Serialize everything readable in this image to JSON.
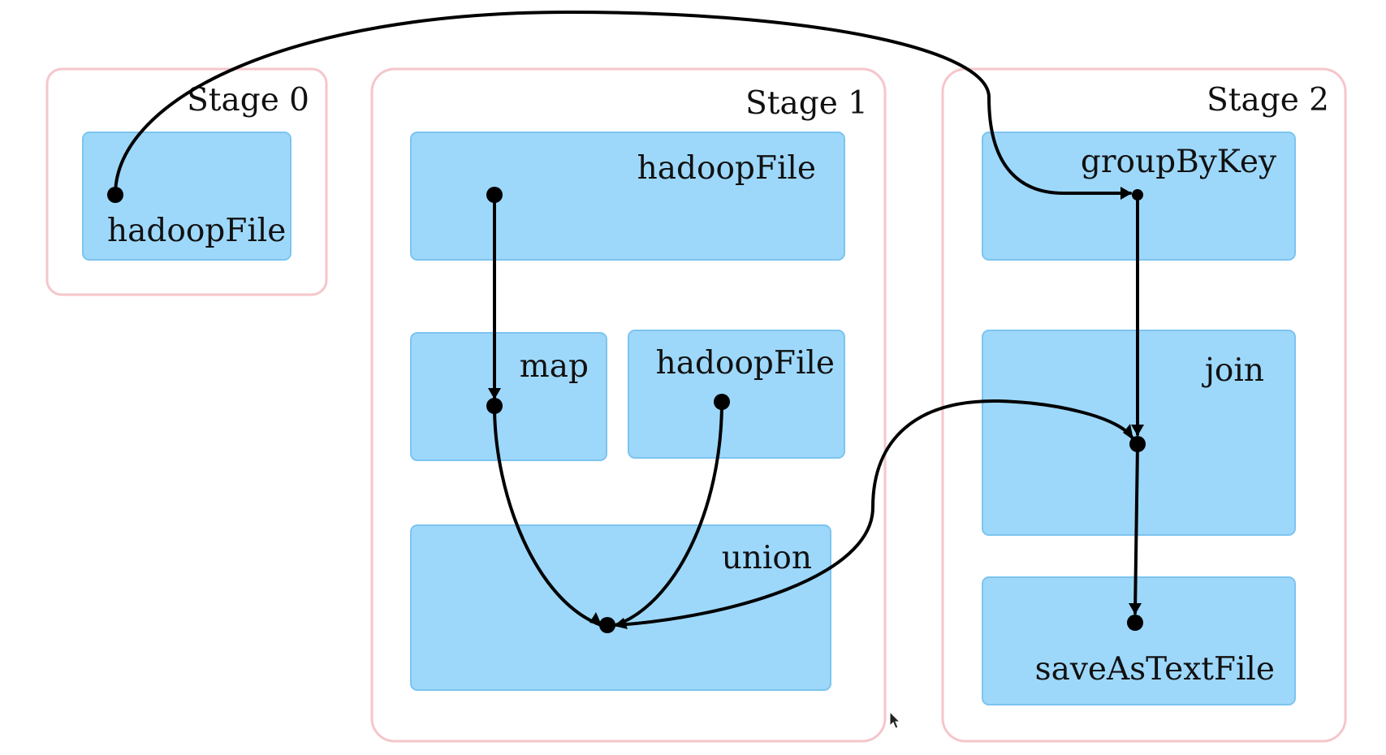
{
  "stages": [
    {
      "id": "stage-0",
      "title": "Stage 0",
      "rdds": [
        {
          "id": "s0-hadoopfile",
          "label": "hadoopFile"
        }
      ]
    },
    {
      "id": "stage-1",
      "title": "Stage 1",
      "rdds": [
        {
          "id": "s1-hadoopfile-a",
          "label": "hadoopFile"
        },
        {
          "id": "s1-map",
          "label": "map"
        },
        {
          "id": "s1-hadoopfile-b",
          "label": "hadoopFile"
        },
        {
          "id": "s1-union",
          "label": "union"
        }
      ]
    },
    {
      "id": "stage-2",
      "title": "Stage 2",
      "rdds": [
        {
          "id": "s2-groupbykey",
          "label": "groupByKey"
        },
        {
          "id": "s2-join",
          "label": "join"
        },
        {
          "id": "s2-saveastextfile",
          "label": "saveAsTextFile"
        }
      ]
    }
  ],
  "edges": [
    {
      "from": "s0-hadoopfile",
      "to": "s2-groupbykey"
    },
    {
      "from": "s1-hadoopfile-a",
      "to": "s1-map"
    },
    {
      "from": "s1-map",
      "to": "s1-union"
    },
    {
      "from": "s1-hadoopfile-b",
      "to": "s1-union"
    },
    {
      "from": "s1-union",
      "to": "s2-join"
    },
    {
      "from": "s2-groupbykey",
      "to": "s2-join"
    },
    {
      "from": "s2-join",
      "to": "s2-saveastextfile"
    }
  ],
  "colors": {
    "stage_border": "#f5c6cb",
    "rdd_fill": "#9dd8fb",
    "rdd_border": "#7cc4ef",
    "edge": "#000000"
  },
  "cursor_icon": "mouse-pointer-icon"
}
